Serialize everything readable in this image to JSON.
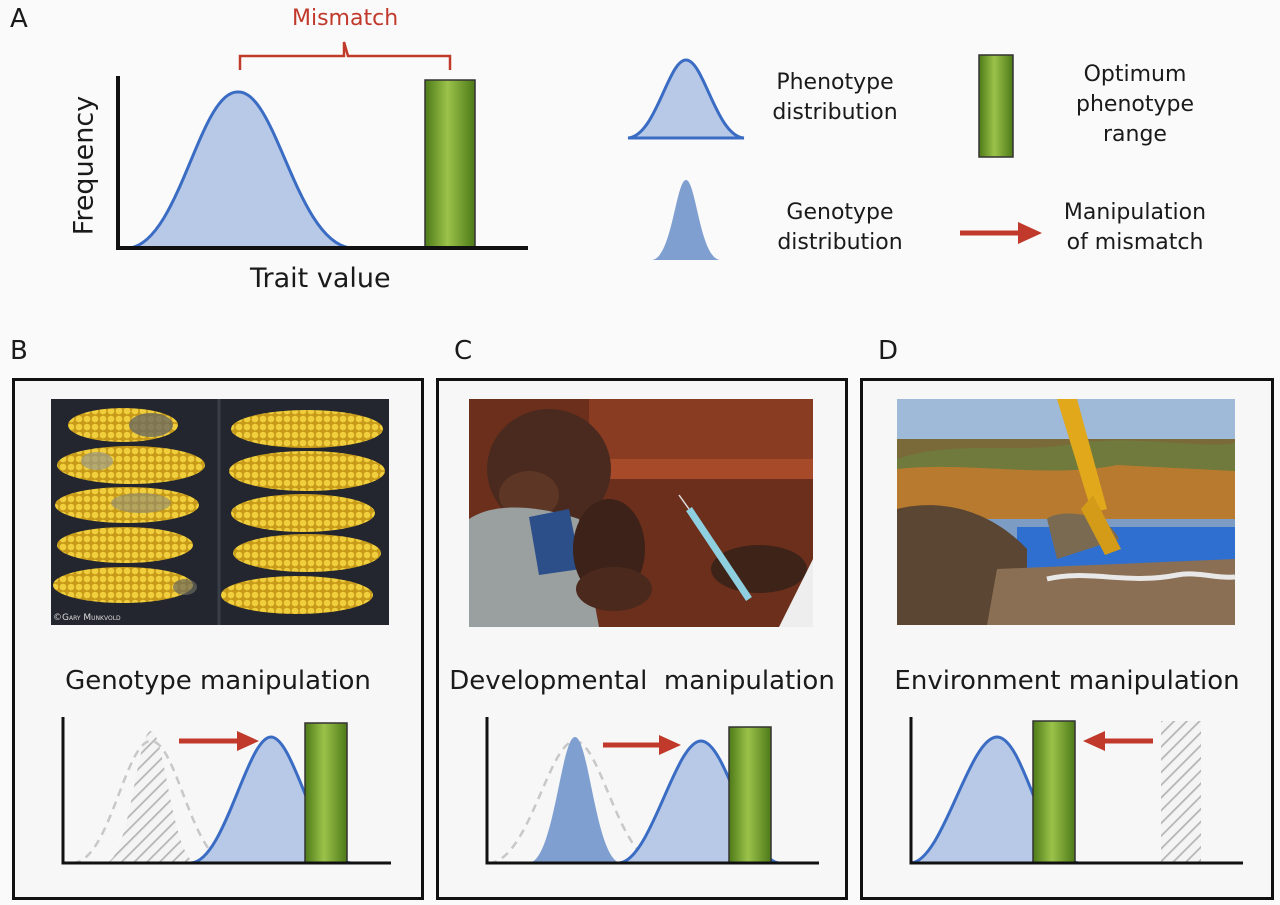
{
  "panel_a": {
    "letter": "A",
    "mismatch_label": "Mismatch",
    "y_axis_label": "Frequency",
    "x_axis_label": "Trait value",
    "legend": {
      "phenotype": "Phenotype distribution",
      "phenotype_line1": "Phenotype",
      "phenotype_line2": "distribution",
      "optimum_line1": "Optimum",
      "optimum_line2": "phenotype",
      "optimum_line3": "range",
      "genotype_line1": "Genotype",
      "genotype_line2": "distribution",
      "manipulation_line1": "Manipulation",
      "manipulation_line2": "of mismatch"
    }
  },
  "panel_b": {
    "letter": "B",
    "caption": "Genotype manipulation",
    "photo_credit": "©Gary Munkvold"
  },
  "panel_c": {
    "letter": "C",
    "caption": "Developmental  manipulation"
  },
  "panel_d": {
    "letter": "D",
    "caption": "Environment manipulation"
  },
  "colors": {
    "phenotype_fill": "#b7c9e6",
    "phenotype_stroke": "#3b6cc4",
    "genotype_fill": "#7f9fd0",
    "optimum_fill": "#6a9a2a",
    "arrow": "#c0392b",
    "mismatch_bracket": "#c0392b"
  }
}
